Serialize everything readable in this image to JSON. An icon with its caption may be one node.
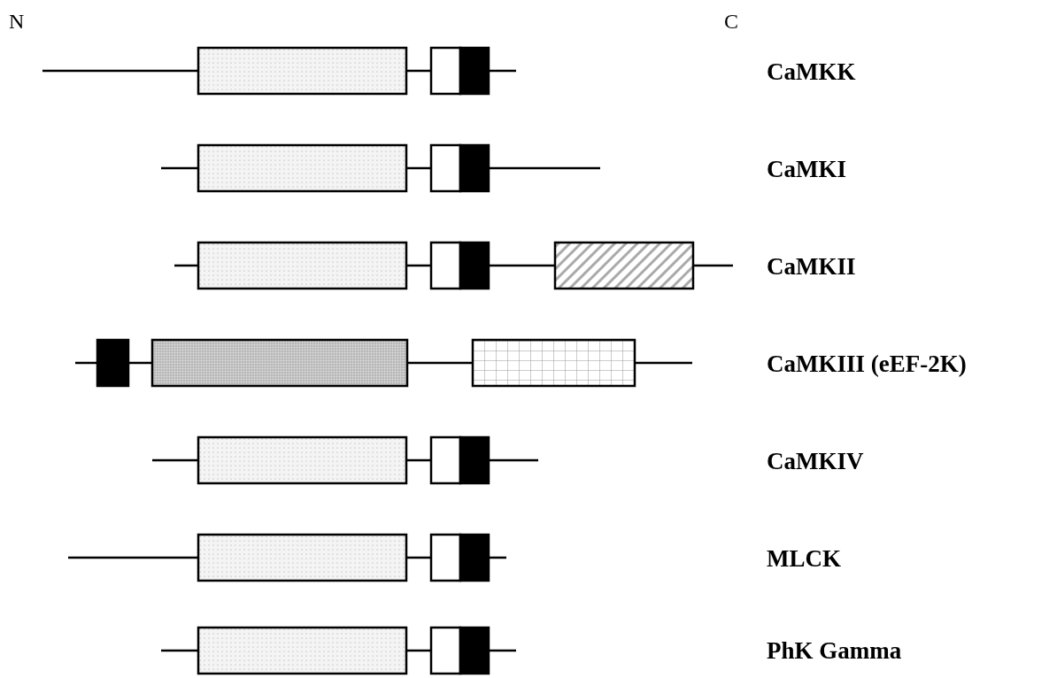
{
  "diagram": {
    "labels": [
      "N",
      "C",
      "CaMKK",
      "CaMKI",
      "CaMKII",
      "CaMKIII (eEF-2K)",
      "CaMKIV",
      "MLCK",
      "PhK Gamma"
    ]
  }
}
